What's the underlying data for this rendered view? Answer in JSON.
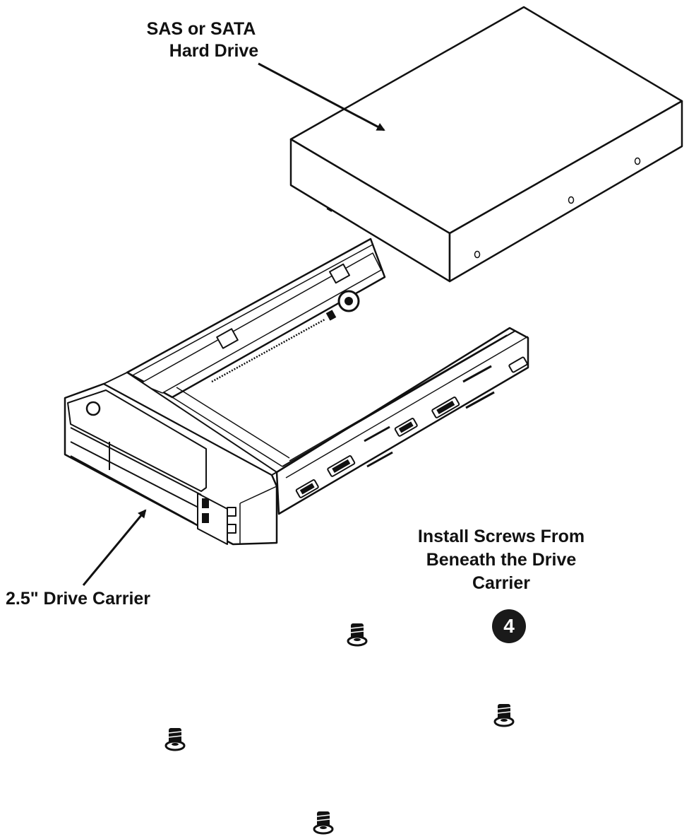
{
  "callouts": {
    "hard_drive": [
      "SAS or SATA",
      "Hard Drive"
    ],
    "carrier": "2.5\" Drive Carrier",
    "screws": [
      "Install Screws From",
      "Beneath the Drive",
      "Carrier"
    ]
  },
  "step_number": "4",
  "colors": {
    "line": "#111111",
    "badge": "#1a1a1a",
    "background": "#ffffff"
  },
  "icons": {
    "hard_drive": "hard-drive-box",
    "carrier": "drive-carrier-tray",
    "screw": "screw-icon"
  }
}
